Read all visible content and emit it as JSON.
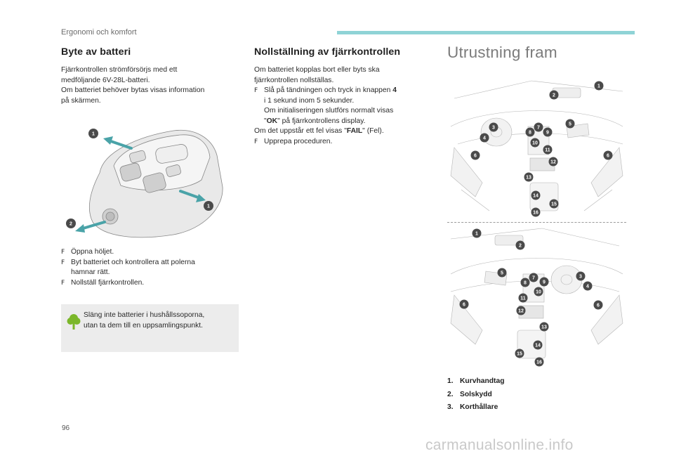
{
  "header": {
    "section_title": "Ergonomi och komfort",
    "accent_color": "#8fd3d6"
  },
  "col1": {
    "heading": "Byte av batteri",
    "intro_lines": [
      "Fjärrkontrollen strömförsörjs med ett",
      "medföljande 6V-28L-batteri.",
      "Om batteriet behöver bytas visas information",
      "på skärmen."
    ],
    "figure": {
      "callouts": [
        "1",
        "1",
        "2"
      ]
    },
    "bullets": [
      {
        "lines": [
          "Öppna höljet."
        ]
      },
      {
        "lines": [
          "Byt batteriet och kontrollera att polerna",
          "hamnar rätt."
        ]
      },
      {
        "lines": [
          "Nollställ fjärrkontrollen."
        ]
      }
    ],
    "note": {
      "icon": "tree-icon",
      "lines": [
        "Släng inte batterier i hushållssoporna,",
        "utan ta dem till en uppsamlingspunkt."
      ]
    }
  },
  "col2": {
    "heading": "Nollställning av fjärrkontrollen",
    "intro_lines": [
      "Om batteriet kopplas bort eller byts ska",
      "fjärrkontrollen nollställas."
    ],
    "step1": {
      "text_before": "Slå på tändningen och tryck in knappen ",
      "button_num": "4",
      "line2": "i 1 sekund inom 5 sekunder.",
      "line3": "Om initialiseringen slutförs normalt visas",
      "quote_open": "\"",
      "ok": "OK",
      "line4_rest": "\" på fjärrkontrollens display."
    },
    "fail_line": {
      "before": "Om det uppstår ett fel visas \"",
      "fail": "FAIL",
      "after": "\" (Fel)."
    },
    "step2": "Upprepa proceduren."
  },
  "col3": {
    "title": "Utrustning fram",
    "lhd_callouts": [
      "1",
      "2",
      "3",
      "4",
      "5",
      "6",
      "6",
      "7",
      "8",
      "9",
      "10",
      "11",
      "12",
      "13",
      "14",
      "15",
      "16"
    ],
    "rhd_callouts": [
      "1",
      "2",
      "3",
      "4",
      "5",
      "6",
      "6",
      "7",
      "8",
      "9",
      "10",
      "11",
      "12",
      "13",
      "14",
      "15",
      "16"
    ],
    "legend": [
      {
        "num": "1.",
        "label": "Kurvhandtag"
      },
      {
        "num": "2.",
        "label": "Solskydd"
      },
      {
        "num": "3.",
        "label": "Korthållare"
      }
    ]
  },
  "footer": {
    "page_number": "96",
    "watermark": "carmanualsonline.info"
  },
  "bullet_glyph": "F"
}
